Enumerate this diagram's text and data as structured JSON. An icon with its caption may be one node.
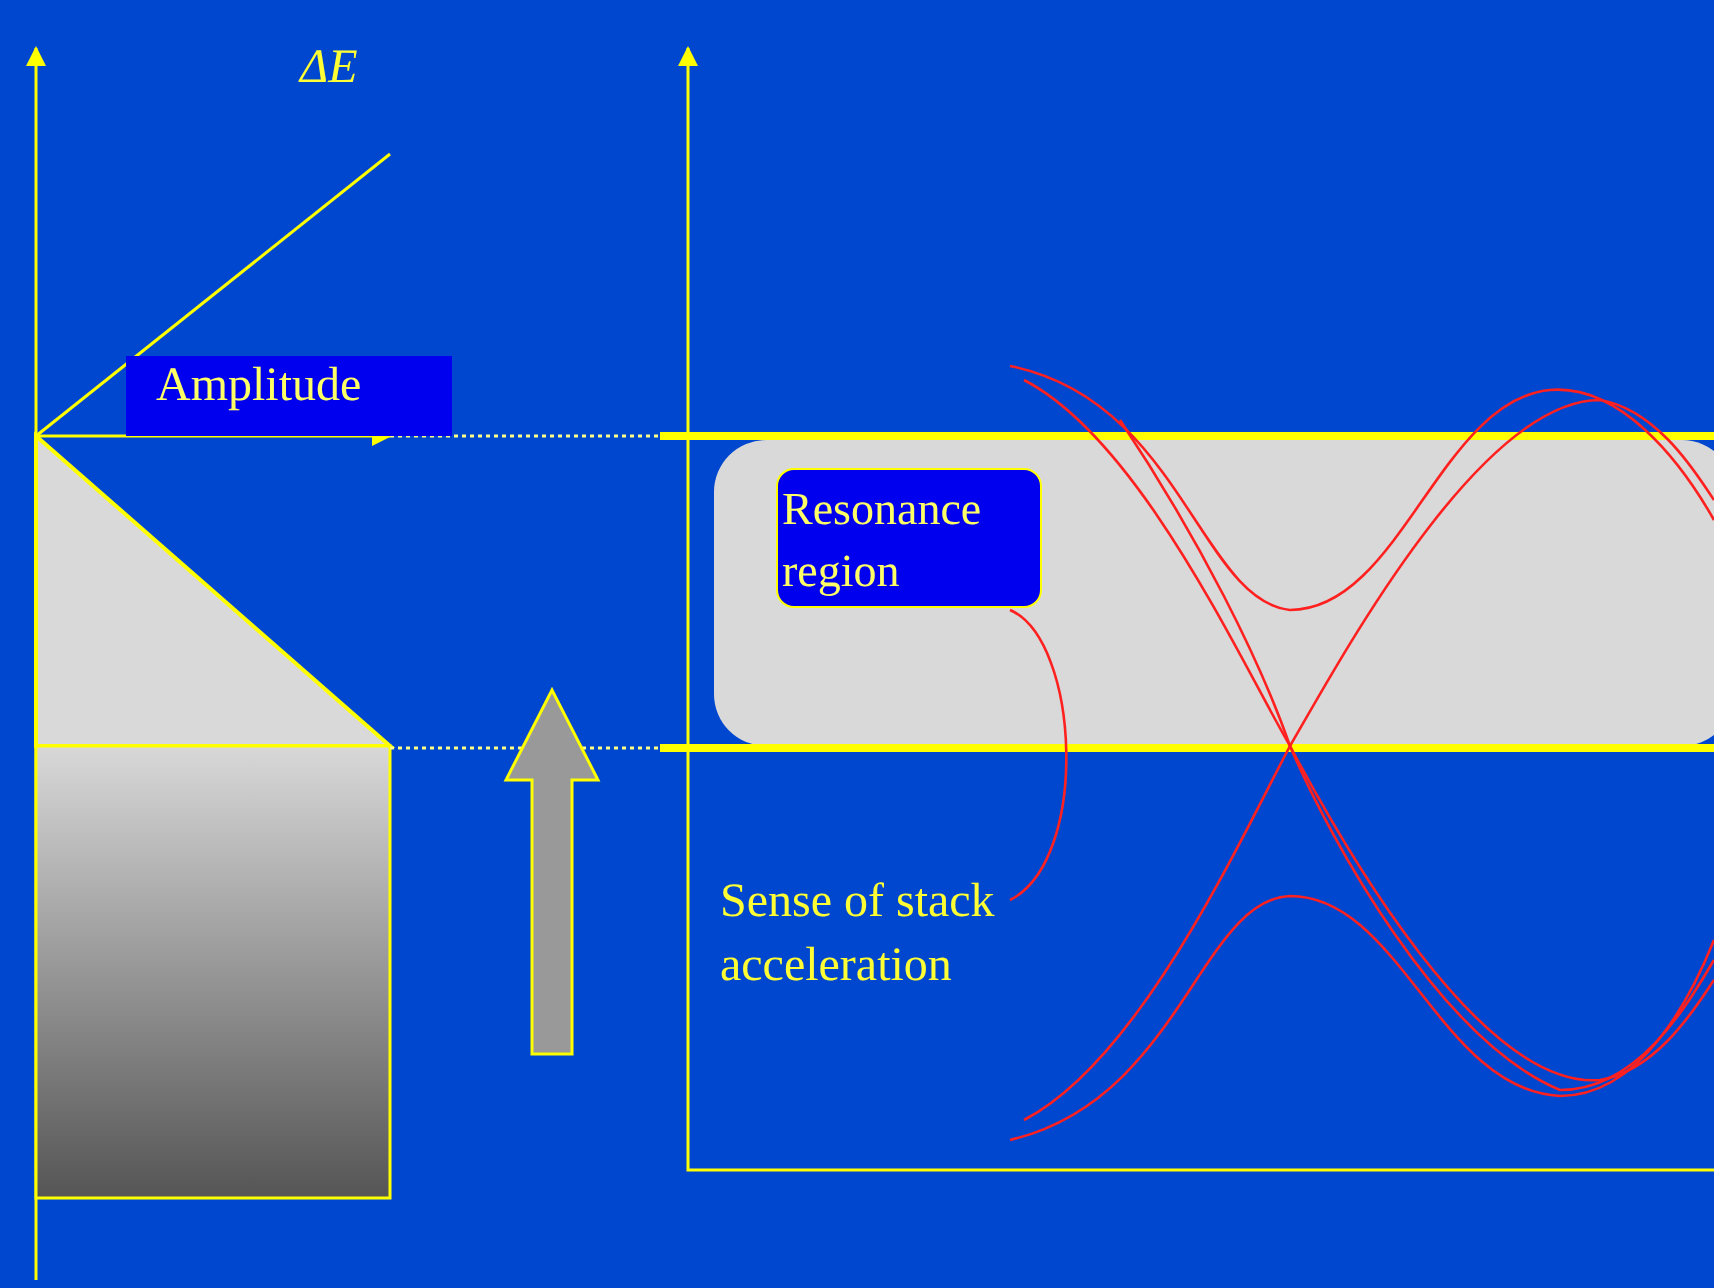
{
  "diagram": {
    "nodes": [
      {
        "text": [
          "Amplitude"
        ]
      },
      {
        "text": [],
        "shape": "box"
      },
      {
        "text": [
          "Resonance region"
        ],
        "in": 1
      }
    ],
    "labels": [
      "ΔE",
      "Sense of stack acceleration"
    ]
  }
}
